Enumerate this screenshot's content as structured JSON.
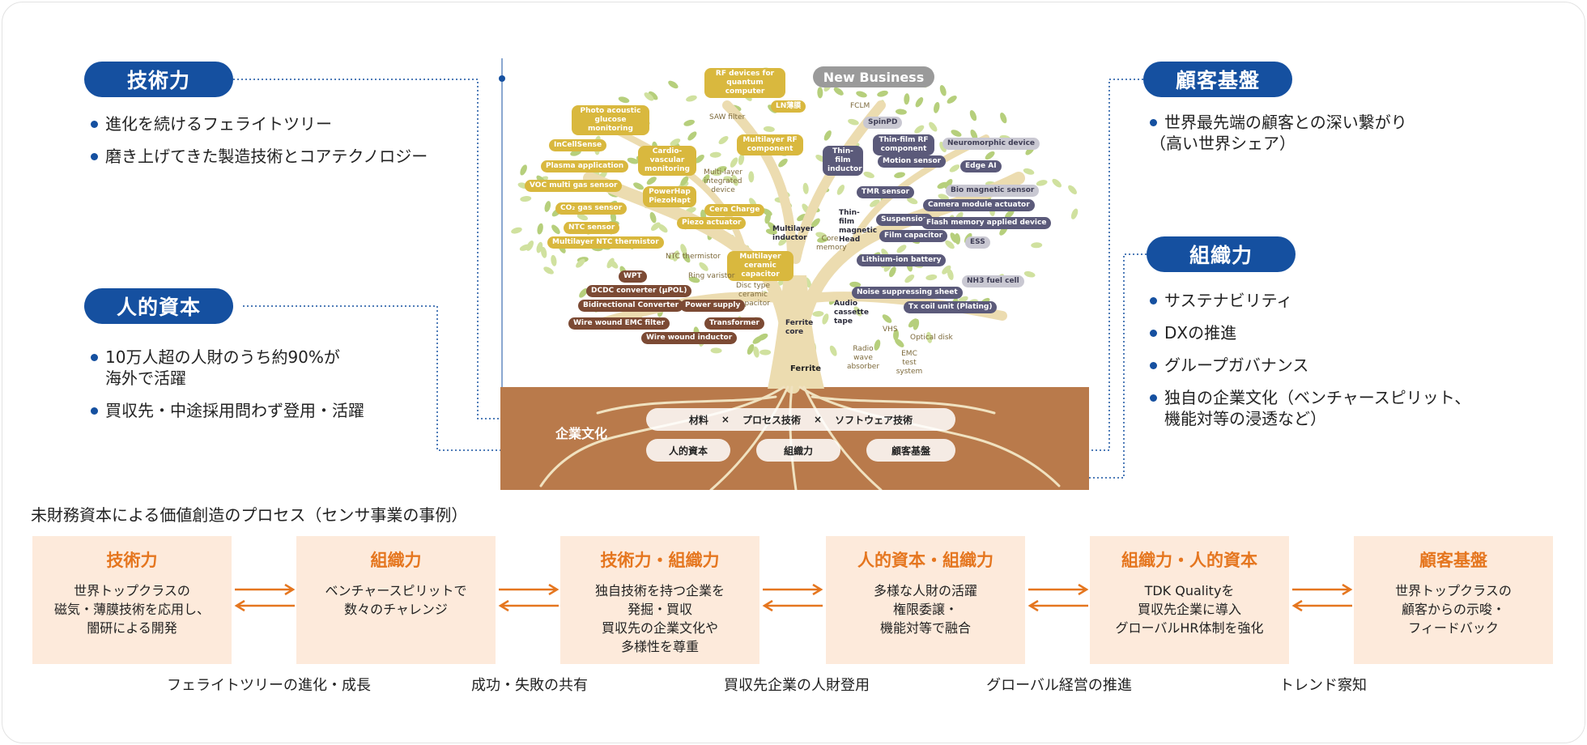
{
  "left_panel": {
    "tech": {
      "title": "技術力",
      "bullets": [
        "進化を続けるフェライトツリー",
        "磨き上げてきた製造技術とコアテクノロジー"
      ]
    },
    "human": {
      "title": "人的資本",
      "bullets": [
        "10万人超の人財のうち約90%が",
        "海外で活躍",
        "買収先・中途採用問わず登用・活躍"
      ]
    }
  },
  "right_panel": {
    "customer": {
      "title": "顧客基盤",
      "lines": [
        "世界最先端の顧客との深い繋がり",
        "（高い世界シェア）"
      ]
    },
    "org": {
      "title": "組織力",
      "bullets": [
        "サステナビリティ",
        "DXの推進",
        "グループガバナンス",
        "独自の企業文化（ベンチャースピリット、",
        "機能対等の浸透など）"
      ]
    }
  },
  "tree": {
    "new_business": "New Business",
    "trunk_label": "Ferrite",
    "culture_label": "企業文化",
    "root_row1": [
      "材料",
      "×",
      "プロセス技術",
      "×",
      "ソフトウェア技術"
    ],
    "root_row2": [
      "人的資本",
      "組織力",
      "顧客基盤"
    ],
    "labels": [
      "Photo acoustic glucose monitoring",
      "RF devices for quantum computer",
      "LN薄膜",
      "FCLM",
      "SpinPD",
      "InCellSense",
      "SAW filter",
      "Multilayer RF component",
      "Thin-film RF component",
      "Neuromorphic device",
      "Plasma application",
      "Cardio-vascular monitoring",
      "Thin-film inductor",
      "Motion sensor",
      "Edge AI",
      "VOC multi gas sensor",
      "Multi-layer integrated device",
      "PowerHap PiezoHapt",
      "TMR sensor",
      "Bio magnetic sensor",
      "CO₂ gas sensor",
      "Cera Charge",
      "Camera module actuator",
      "NTC sensor",
      "Piezo actuator",
      "Thin-film magnetic Head",
      "Suspension",
      "Flash memory applied device",
      "Multilayer NTC thermistor",
      "Multilayer inductor",
      "Film capacitor",
      "ESS",
      "NTC thermistor",
      "Core memory",
      "Multilayer ceramic capacitor",
      "Lithium-ion battery",
      "WPT",
      "Ring varistor",
      "NH3 fuel cell",
      "DCDC converter (μPOL)",
      "Disc type ceramic capacitor",
      "Noise suppressing sheet",
      "Bidirectional Converter",
      "Power supply",
      "Audio cassette tape",
      "Tx coil unit (Plating)",
      "Wire wound EMC filter",
      "Transformer",
      "Ferrite core",
      "VHS",
      "Wire wound inductor",
      "Optical disk",
      "Radio wave absorber",
      "EMC test system"
    ]
  },
  "process": {
    "title": "未財務資本による価値創造のプロセス（センサ事業の事例）",
    "boxes": [
      {
        "title": "技術力",
        "text": "世界トップクラスの\n磁気・薄膜技術を応用し、\n闇研による開発"
      },
      {
        "title": "組織力",
        "text": "ベンチャースピリットで\n数々のチャレンジ"
      },
      {
        "title": "技術力・組織力",
        "text": "独自技術を持つ企業を\n発掘・買収\n買収先の企業文化や\n多様性を尊重"
      },
      {
        "title": "人的資本・組織力",
        "text": "多様な人財の活躍\n権限委譲・\n機能対等で融合"
      },
      {
        "title": "組織力・人的資本",
        "text": "TDK Qualityを\n買収先企業に導入\nグローバルHR体制を強化"
      },
      {
        "title": "顧客基盤",
        "text": "世界トップクラスの\n顧客からの示唆・\nフィードバック"
      }
    ],
    "captions": [
      "フェライトツリーの進化・成長",
      "成功・失敗の共有",
      "買収先企業の人財登用",
      "グローバル経営の推進",
      "トレンド察知"
    ]
  },
  "colors": {
    "navy": "#1550a0",
    "orange": "#e5761f",
    "box_bg": "#fdeadb",
    "soil": "#b97a4b"
  }
}
